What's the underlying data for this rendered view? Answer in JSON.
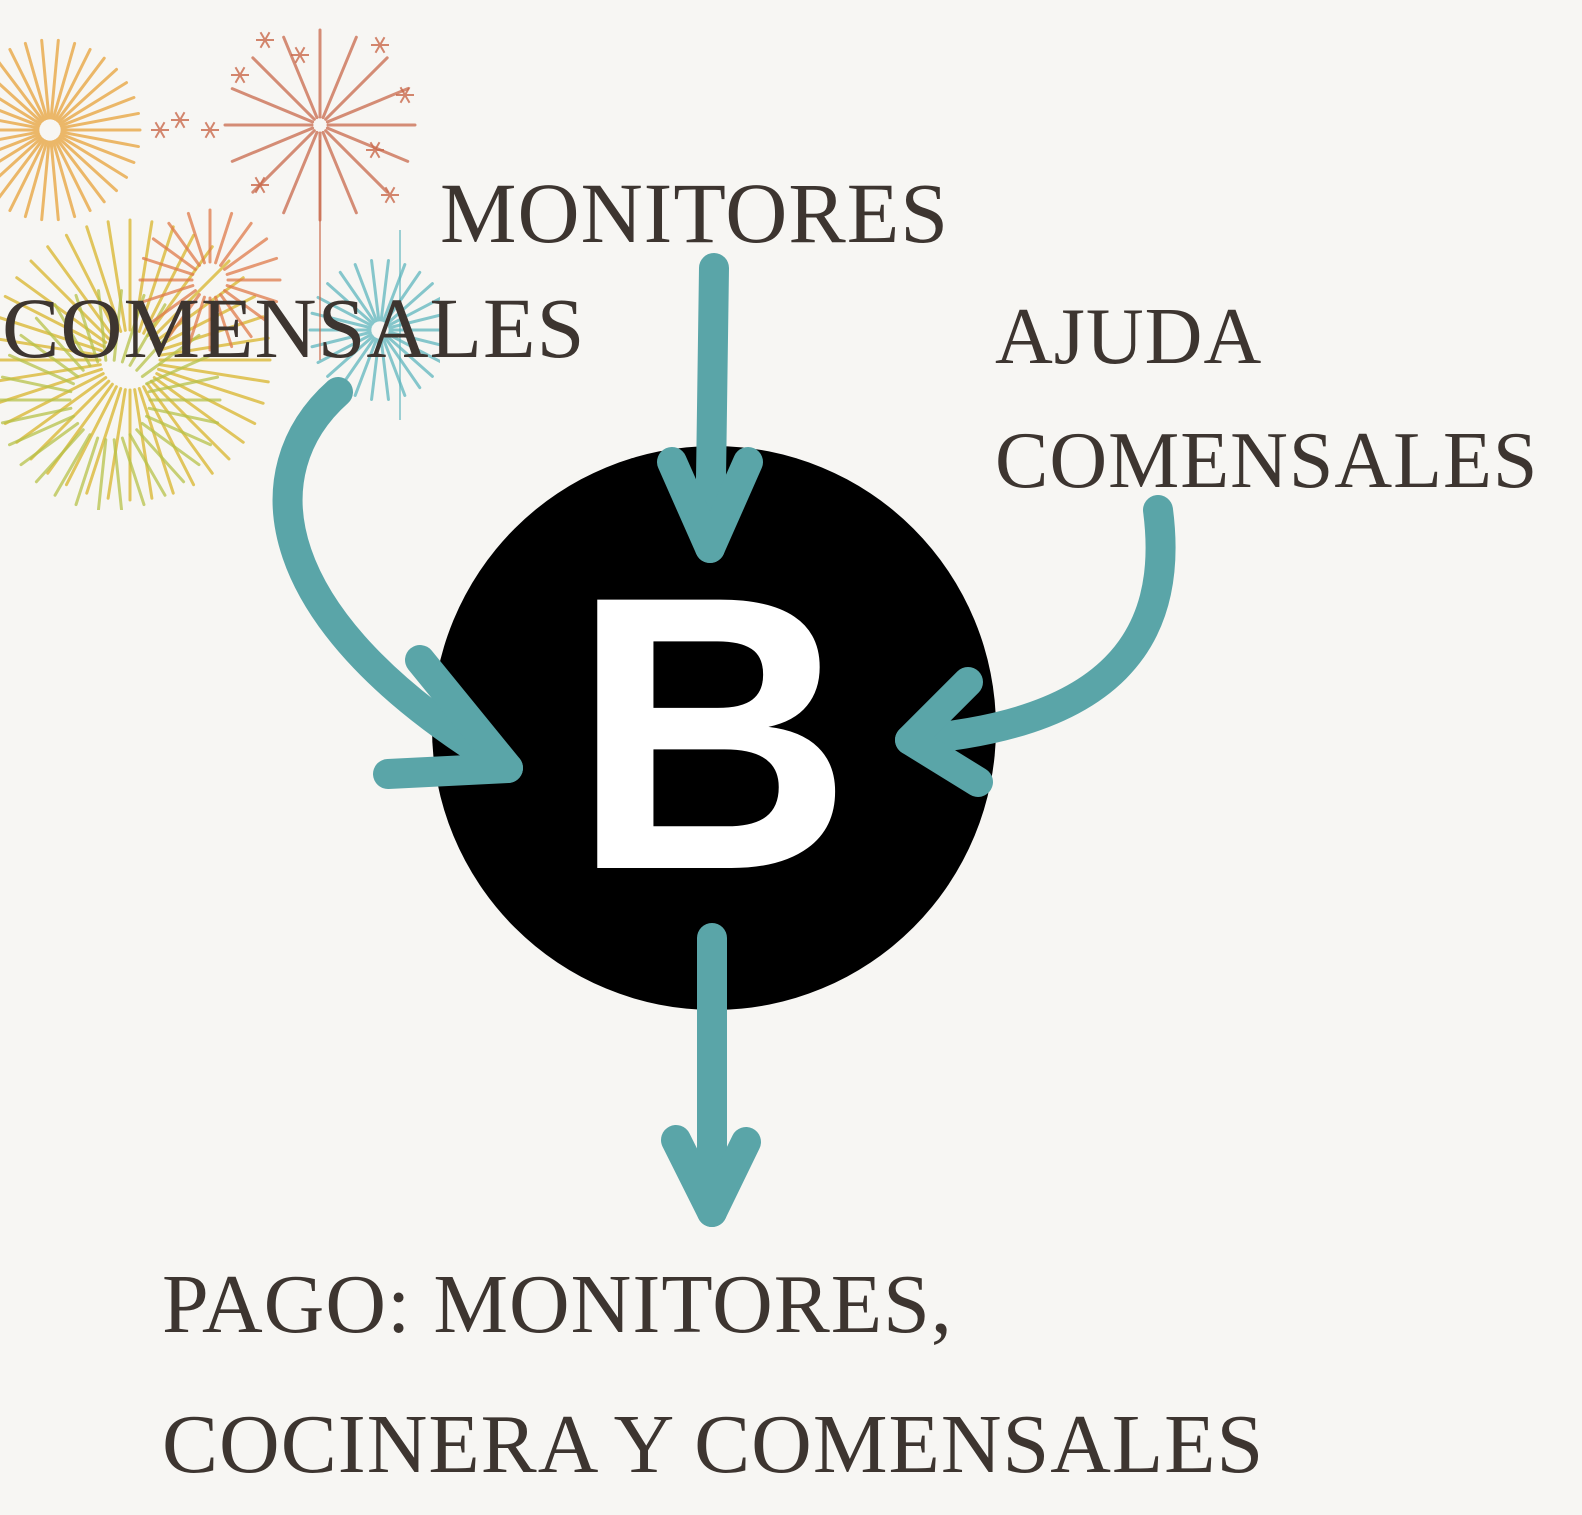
{
  "labels": {
    "monitores": "MONITORES",
    "comensales": "COMENSALES",
    "ayuda_line1": "AJUDA",
    "ayuda_line2": "COMENSALES",
    "pago_line1": "PAGO: MONITORES,",
    "pago_line2": "COCINERA Y COMENSALES"
  },
  "center": {
    "letter": "B"
  },
  "colors": {
    "background": "#f7f6f3",
    "arrow": "#5aa5a8",
    "circle": "#000000",
    "text": "#3d3530",
    "letter": "#ffffff"
  },
  "decoration": {
    "fireworks-icon": "fireworks in the top-left corner"
  }
}
